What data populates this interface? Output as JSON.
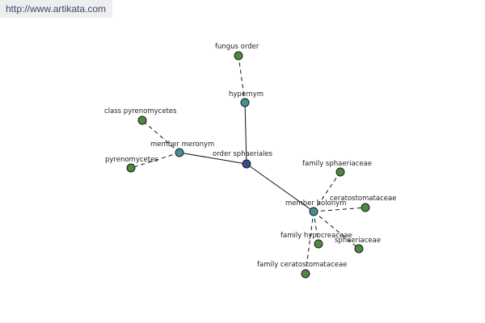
{
  "banner": {
    "url_text": "http://www.artikata.com"
  },
  "colors": {
    "center": "#3a4a8a",
    "relation": "#4a8f8f",
    "leaf": "#4e8a3e"
  },
  "graph": {
    "nodes": [
      {
        "id": "order-sphaeriales",
        "label": "order sphaeriales",
        "kind": "center"
      },
      {
        "id": "hypernym",
        "label": "hypernym",
        "kind": "relation"
      },
      {
        "id": "member-meronym",
        "label": "member meronym",
        "kind": "relation"
      },
      {
        "id": "member-holonym",
        "label": "member holonym",
        "kind": "relation"
      },
      {
        "id": "fungus-order",
        "label": "fungus order",
        "kind": "leaf"
      },
      {
        "id": "class-pyrenomycetes",
        "label": "class pyrenomycetes",
        "kind": "leaf"
      },
      {
        "id": "pyrenomycetes",
        "label": "pyrenomycetes",
        "kind": "leaf"
      },
      {
        "id": "family-sphaeriaceae",
        "label": "family sphaeriaceae",
        "kind": "leaf"
      },
      {
        "id": "ceratostomataceae",
        "label": "ceratostomataceae",
        "kind": "leaf"
      },
      {
        "id": "family-hypocreaceae",
        "label": "family hypocreaceae",
        "kind": "leaf"
      },
      {
        "id": "sphaeriaceae",
        "label": "sphaeriaceae",
        "kind": "leaf"
      },
      {
        "id": "family-ceratostomataceae",
        "label": "family ceratostomataceae",
        "kind": "leaf"
      }
    ],
    "edges": [
      {
        "from": "order-sphaeriales",
        "to": "hypernym",
        "style": "solid"
      },
      {
        "from": "order-sphaeriales",
        "to": "member-meronym",
        "style": "solid"
      },
      {
        "from": "order-sphaeriales",
        "to": "member-holonym",
        "style": "solid"
      },
      {
        "from": "hypernym",
        "to": "fungus-order",
        "style": "dashed"
      },
      {
        "from": "member-meronym",
        "to": "class-pyrenomycetes",
        "style": "dashed"
      },
      {
        "from": "member-meronym",
        "to": "pyrenomycetes",
        "style": "dashed"
      },
      {
        "from": "member-holonym",
        "to": "family-sphaeriaceae",
        "style": "dashed"
      },
      {
        "from": "member-holonym",
        "to": "ceratostomataceae",
        "style": "dashed"
      },
      {
        "from": "member-holonym",
        "to": "family-hypocreaceae",
        "style": "dashed"
      },
      {
        "from": "member-holonym",
        "to": "sphaeriaceae",
        "style": "dashed"
      },
      {
        "from": "member-holonym",
        "to": "family-ceratostomataceae",
        "style": "dashed"
      }
    ]
  }
}
